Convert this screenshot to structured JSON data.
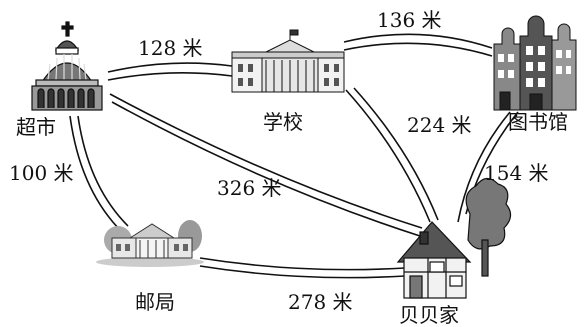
{
  "places": {
    "supermarket": "超市",
    "school": "学校",
    "library": "图书馆",
    "post_office": "邮局",
    "beibei_home": "贝贝家"
  },
  "distances": {
    "supermarket_school": "128 米",
    "school_library": "136 米",
    "school_home": "224 米",
    "library_home": "154 米",
    "supermarket_home": "326 米",
    "supermarket_post": "100 米",
    "post_home": "278 米"
  },
  "colors": {
    "road": "#111111",
    "background": "#ffffff"
  }
}
